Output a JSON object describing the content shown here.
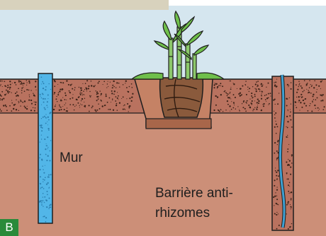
{
  "labels": {
    "wall": "Mur",
    "barrier_line1": "Barrière anti-",
    "barrier_line2": "rhizomes"
  },
  "panel_letter": "B",
  "colors": {
    "sky": "#d5e6ef",
    "topsoil": "#b9725f",
    "subsoil": "#cc8f78",
    "speckle": "#3a2218",
    "wall": "#52b6e8",
    "barrier": "#3ea0d2",
    "plant_leaf": "#6fbf4b",
    "root_ball": "#8a5a3c",
    "outline": "#1e1e1e",
    "badge": "#2a8a3a"
  },
  "icons": {
    "plant": "bamboo-plant-icon"
  }
}
